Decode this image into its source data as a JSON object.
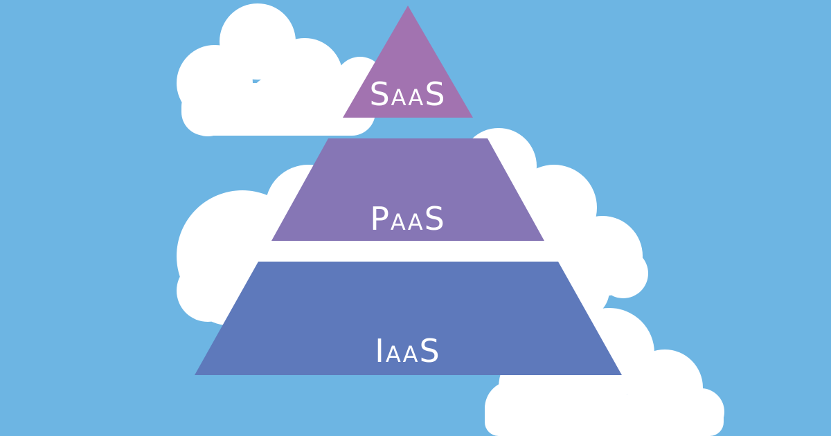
{
  "colors": {
    "background": "#6db5e3",
    "cloud": "#ffffff",
    "saas": "#a273b0",
    "paas": "#8676b5",
    "iaas": "#5e79bb",
    "label": "#ffffff"
  },
  "tiers": {
    "saas": {
      "label": "SaaS"
    },
    "paas": {
      "label": "PaaS"
    },
    "iaas": {
      "label": "IaaS"
    }
  }
}
